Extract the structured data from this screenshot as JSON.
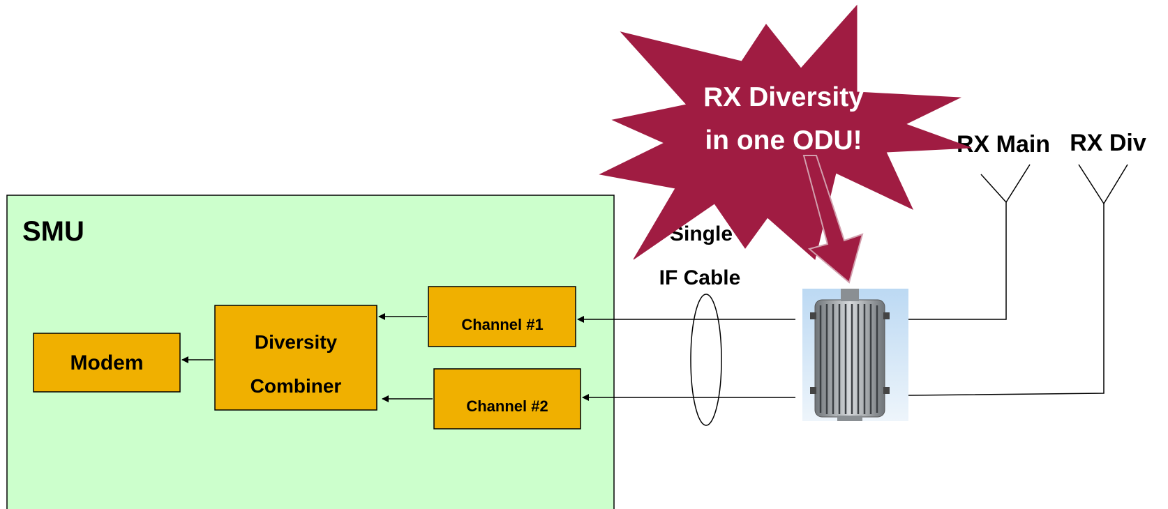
{
  "smu": {
    "title": "SMU",
    "fill": "#ccffcc"
  },
  "blocks": {
    "fill": "#f0b000",
    "modem": {
      "label": "Modem"
    },
    "combiner": {
      "line1": "Diversity",
      "line2": "Combiner"
    },
    "channel1": {
      "label": "Channel #1"
    },
    "channel2": {
      "label": "Channel #2"
    }
  },
  "cable": {
    "line1": "Single",
    "line2": "IF Cable"
  },
  "callout": {
    "line1": "RX Diversity",
    "line2": "in one ODU!",
    "fill": "#a01c42"
  },
  "antennas": {
    "main": "RX Main",
    "div": "RX Div"
  }
}
